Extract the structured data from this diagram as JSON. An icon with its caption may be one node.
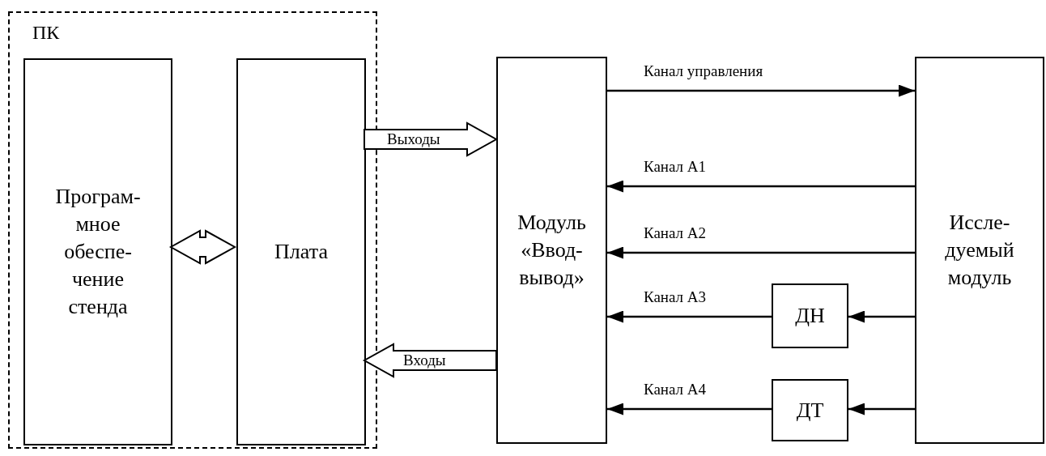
{
  "diagram": {
    "nodes": [
      {
        "text": [
          "ПК"
        ]
      },
      {
        "text": [
          "Програм- мное обеспе- чение стенда"
        ],
        "in": 0
      },
      {
        "text": [
          "Плата"
        ],
        "in": 0
      },
      {
        "text": [
          "Модуль «Ввод- вывод»"
        ]
      },
      {
        "text": [
          "Иссле- дуемый модуль"
        ]
      },
      {
        "text": [
          "ДН"
        ]
      },
      {
        "text": [
          "ДТ"
        ]
      }
    ],
    "edges": [
      {
        "from": 1,
        "to": 2,
        "arrow": "both",
        "style": "thick"
      },
      {
        "from": 2,
        "to": 3,
        "arrow": "to",
        "label": "Выходы",
        "style": "thick"
      },
      {
        "from": 3,
        "to": 2,
        "arrow": "to",
        "label": "Входы",
        "style": "thick"
      },
      {
        "from": 3,
        "to": 4,
        "arrow": "to",
        "label": "Канал управления"
      },
      {
        "from": 4,
        "to": 3,
        "arrow": "to",
        "label": "Канал A1"
      },
      {
        "from": 4,
        "to": 3,
        "arrow": "to",
        "label": "Канал A2"
      },
      {
        "from": 5,
        "to": 3,
        "arrow": "to",
        "label": "Канал A3"
      },
      {
        "from": 4,
        "to": 5,
        "arrow": "to"
      },
      {
        "from": 6,
        "to": 3,
        "arrow": "to",
        "label": "Канал A4"
      },
      {
        "from": 4,
        "to": 6,
        "arrow": "to"
      }
    ]
  }
}
